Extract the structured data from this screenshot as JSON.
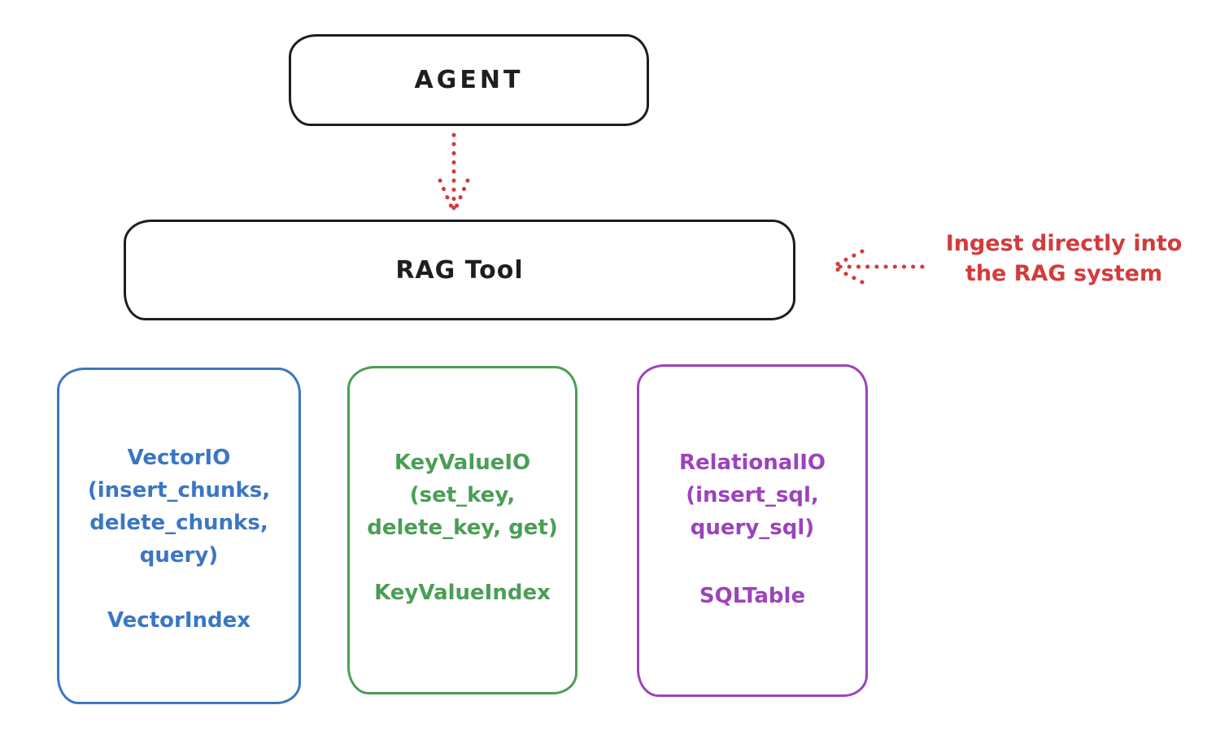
{
  "diagram": {
    "background_color": "#ffffff",
    "ink_color": "#1e1e1e",
    "accent_red": "#d33b3b",
    "agent_node": {
      "label": "AGENT",
      "border_color": "#1e1e1e"
    },
    "rag_tool_node": {
      "label": "RAG Tool",
      "border_color": "#1e1e1e"
    },
    "annotation": {
      "line1": "Ingest directly into",
      "line2": "the RAG system",
      "color": "#d33b3b"
    },
    "arrows": [
      {
        "id": "agent-to-rag",
        "from": "AGENT",
        "to": "RAG Tool",
        "style": "dotted",
        "color": "#d33b3b",
        "direction": "down"
      },
      {
        "id": "annotation-to-rag",
        "from": "Ingest directly into the RAG system",
        "to": "RAG Tool",
        "style": "dotted",
        "color": "#d33b3b",
        "direction": "left"
      }
    ],
    "io_boxes": [
      {
        "id": "vector-io",
        "color": "#3b76c3",
        "lines": [
          "VectorIO",
          "(insert_chunks,",
          "delete_chunks,",
          "query)"
        ],
        "index_label": "VectorIndex"
      },
      {
        "id": "keyvalue-io",
        "color": "#4a9e55",
        "lines": [
          "KeyValueIO",
          "(set_key,",
          "delete_key, get)"
        ],
        "index_label": "KeyValueIndex"
      },
      {
        "id": "relational-io",
        "color": "#9b43bd",
        "lines": [
          "RelationalIO",
          "(insert_sql,",
          "query_sql)"
        ],
        "index_label": "SQLTable"
      }
    ]
  }
}
